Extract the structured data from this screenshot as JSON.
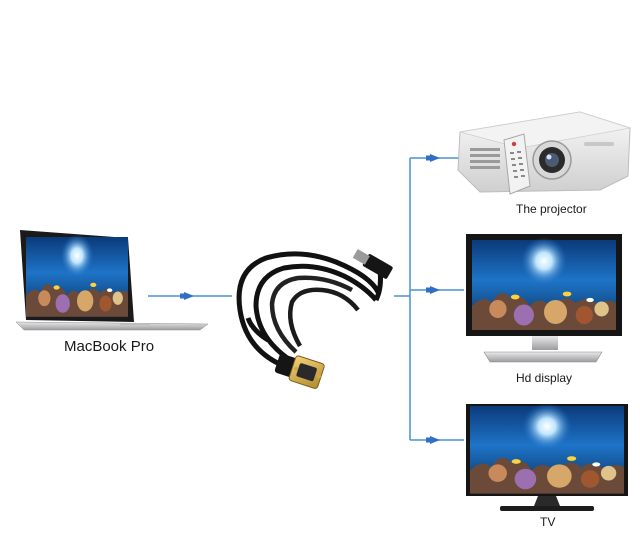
{
  "labels": {
    "laptop": "MacBook Pro",
    "projector": "The projector",
    "hd_display": "Hd display",
    "tv": "TV"
  },
  "icons": {
    "laptop": "laptop-icon",
    "cable": "hdmi-to-vga-cable-icon",
    "projector": "projector-icon",
    "remote": "remote-control-icon",
    "monitor": "monitor-icon",
    "tv": "tv-icon",
    "arrow": "arrow-right-icon"
  },
  "colors": {
    "connector_line": "#4a90d6",
    "arrow": "#2f6fc4",
    "label_text": "#1a1a1a",
    "screen_blue": "#1e74c8",
    "device_frame": "#1a1a1a"
  }
}
